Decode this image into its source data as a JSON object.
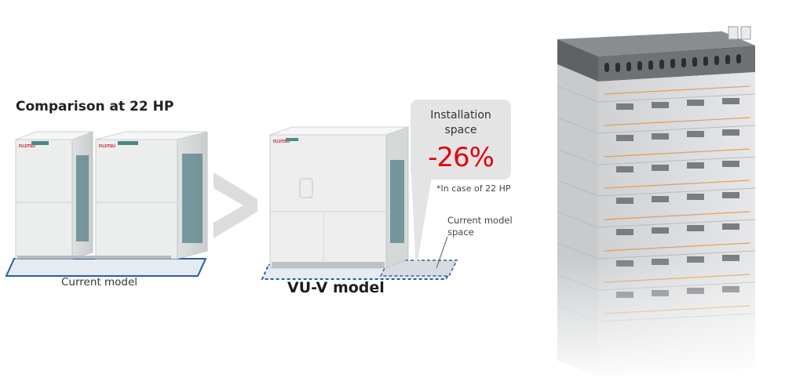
{
  "heading": "Comparison at 22 HP",
  "current_model": {
    "caption": "Current model",
    "brand": "FUJITSU"
  },
  "vuv_model": {
    "caption": "VU-V model",
    "brand": "FUJITSU"
  },
  "callout": {
    "title_line1": "Installation",
    "title_line2": "space",
    "reduction": "-26%",
    "footnote": "*In case of 22 HP"
  },
  "space_label": {
    "line1": "Current model",
    "line2": "space"
  },
  "colors": {
    "accent_red": "#e3000f",
    "floor_blue": "#2a5da8",
    "callout_bg": "#e4e4e4",
    "gt_symbol": "#dcdcdc"
  },
  "icons": {
    "comparison": "greater-than-chevron"
  }
}
